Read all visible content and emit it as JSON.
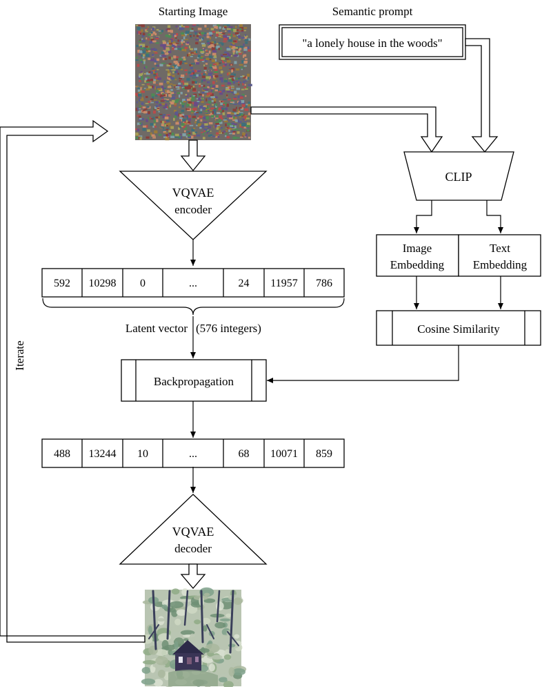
{
  "labels": {
    "starting_image": "Starting Image",
    "semantic_prompt": "Semantic prompt",
    "prompt_text": "\"a lonely house in the woods\"",
    "clip": "CLIP",
    "encoder_line1": "VQVAE",
    "encoder_line2": "encoder",
    "decoder_line1": "VQVAE",
    "decoder_line2": "decoder",
    "image_embedding_line1": "Image",
    "image_embedding_line2": "Embedding",
    "text_embedding_line1": "Text",
    "text_embedding_line2": "Embedding",
    "cosine_similarity": "Cosine Similarity",
    "latent_vector": "Latent vector",
    "latent_count": "(576 integers)",
    "backpropagation": "Backpropagation",
    "iterate": "Iterate"
  },
  "latent_vector_1": [
    "592",
    "10298",
    "0",
    "...",
    "24",
    "11957",
    "786"
  ],
  "latent_vector_2": [
    "488",
    "13244",
    "10",
    "...",
    "68",
    "10071",
    "859"
  ],
  "colors": {
    "stroke": "#000000",
    "background": "#ffffff",
    "noise_palette": [
      "#8a3f3a",
      "#3e6f7a",
      "#a6a05a",
      "#6a4c86",
      "#4f8a55",
      "#c98a6a",
      "#5a5a8e",
      "#b74b4b",
      "#7fa0a8",
      "#9a7a3a"
    ],
    "forest_palette": [
      "#cfd8c4",
      "#a9b79e",
      "#8faa86",
      "#6f8f74",
      "#b8c4b0",
      "#dbe2d2",
      "#7ea08a"
    ]
  }
}
